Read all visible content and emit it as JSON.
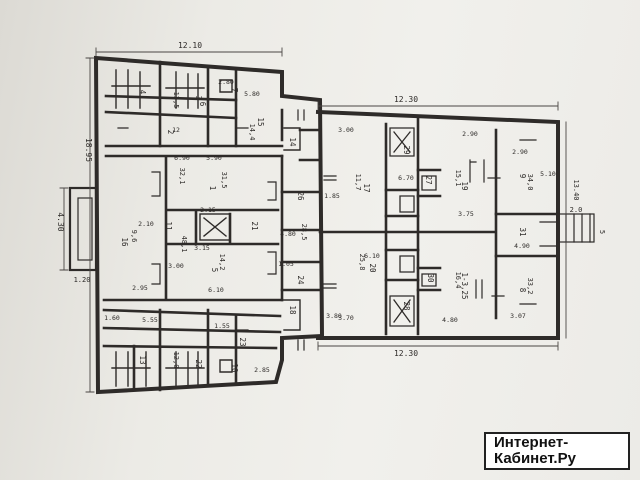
{
  "plan": {
    "dimensions": {
      "top_left_wing": "12.10",
      "top_right_wing": "12.30",
      "bottom_right_wing": "12.30",
      "left_height": "18.95",
      "porch_width": "4.30",
      "porch_depth": "1.20",
      "right_height": "13.40",
      "entrance": "2.0",
      "entrance_marker": "5"
    },
    "labels": [
      "5.80",
      "2.80",
      "12",
      "6.90",
      "5.90",
      "6.10",
      "2.15",
      "4.80",
      "1.05",
      "3.80",
      "6.10",
      "3.15",
      "2.10",
      "2.95",
      "3.00",
      "5.55",
      "1.55",
      "2.85",
      "1.60",
      "3.70",
      "4.80",
      "3.07",
      "4.90",
      "2.90",
      "6.70",
      "3.00",
      "1.85",
      "3.75",
      "5.10",
      "2.90"
    ],
    "room_numbers": [
      "2",
      "1",
      "5",
      "15",
      "16",
      "17",
      "20",
      "19",
      "1-3,25",
      "9",
      "8",
      "6",
      "4",
      "3",
      "13",
      "22",
      "23",
      "26",
      "24",
      "29",
      "28",
      "27",
      "30",
      "31",
      "14",
      "18",
      "7",
      "10",
      "11",
      "21"
    ],
    "room_areas": [
      "32,1",
      "31,5",
      "14,2",
      "14,4",
      "9,6",
      "11,7",
      "25,8",
      "15,1",
      "16,4",
      "34,0",
      "33,2",
      "28,5",
      "48,1",
      "13,5",
      "12,0"
    ]
  },
  "watermark": {
    "line1": "Интернет-",
    "line2": "Кабинет.Ру"
  }
}
